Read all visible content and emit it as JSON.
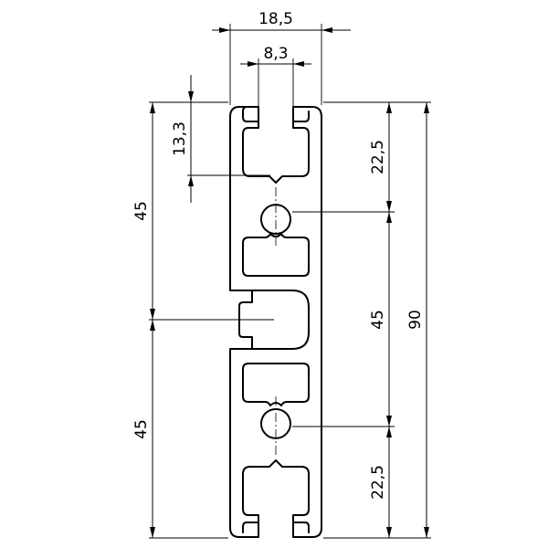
{
  "dimensions": {
    "overall_width": "18,5",
    "slot_width": "8,3",
    "slot_depth": "13,3",
    "upper_half": "45",
    "lower_half": "45",
    "top_to_hole": "22,5",
    "hole_to_hole": "45",
    "hole_to_bottom": "22,5",
    "overall_height": "90"
  }
}
